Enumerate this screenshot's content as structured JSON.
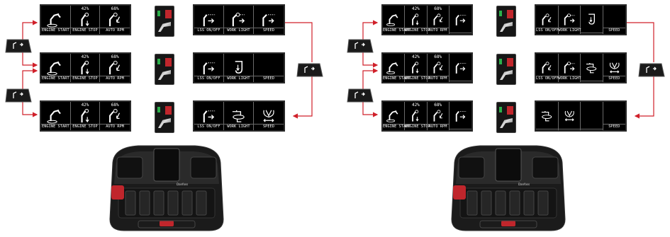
{
  "colors": {
    "screen_bg": "#000000",
    "text": "#ffffff",
    "connector": "#d0202a",
    "accent": "#c0262c"
  },
  "panels": [
    {
      "left_screens": [
        {
          "cells": [
            {
              "pct": "",
              "label": "ENGINE START",
              "icon": "engine-start-icon"
            },
            {
              "pct": "42%",
              "label": "ENGINE STOP",
              "icon": "engine-stop-icon"
            },
            {
              "pct": "68%",
              "label": "AUTO RPM",
              "icon": "auto-rpm-icon"
            }
          ]
        },
        {
          "cells": [
            {
              "pct": "",
              "label": "ENGINE START",
              "icon": "engine-start-icon"
            },
            {
              "pct": "42%",
              "label": "ENGINE STOP",
              "icon": "engine-stop-icon"
            },
            {
              "pct": "68%",
              "label": "AUTO RPM",
              "icon": "auto-rpm-icon"
            }
          ]
        },
        {
          "cells": [
            {
              "pct": "",
              "label": "ENGINE START",
              "icon": "engine-start-icon"
            },
            {
              "pct": "42%",
              "label": "ENGINE STOP",
              "icon": "engine-stop-icon"
            },
            {
              "pct": "68%",
              "label": "AUTO RPM",
              "icon": "auto-rpm-icon"
            }
          ]
        }
      ],
      "right_screens": [
        {
          "cells": [
            {
              "label": "LSS ON/OFF",
              "icon": "lss-icon"
            },
            {
              "label": "WORK LIGHT",
              "icon": "work-light-icon"
            },
            {
              "label": "SPEED",
              "icon": "speed-icon"
            }
          ]
        },
        {
          "cells": [
            {
              "label": "LSS ON/OFF",
              "icon": "lss-icon"
            },
            {
              "label": "WORK LIGHT",
              "icon": "hook-icon"
            },
            {
              "label": "SPEED",
              "icon": "blank"
            }
          ]
        },
        {
          "cells": [
            {
              "label": "LSS ON/OFF",
              "icon": "lss-icon"
            },
            {
              "label": "WORK LIGHT",
              "icon": "rotate-icon"
            },
            {
              "label": "SPEED",
              "icon": "tilt-icon"
            }
          ]
        }
      ]
    },
    {
      "left_screens": [
        {
          "cells": [
            {
              "pct": "",
              "label": "ENGINE START",
              "icon": "engine-start-icon"
            },
            {
              "pct": "42%",
              "label": "ENGINE STOP",
              "icon": "engine-stop-icon"
            },
            {
              "pct": "68%",
              "label": "AUTO RPM",
              "icon": "auto-rpm-icon"
            },
            {
              "pct": "",
              "label": "",
              "icon": "lss-icon"
            }
          ]
        },
        {
          "cells": [
            {
              "pct": "",
              "label": "ENGINE START",
              "icon": "engine-start-icon"
            },
            {
              "pct": "42%",
              "label": "ENGINE STOP",
              "icon": "engine-stop-icon"
            },
            {
              "pct": "68%",
              "label": "AUTO RPM",
              "icon": "auto-rpm-icon"
            },
            {
              "pct": "",
              "label": "",
              "icon": "lss-icon"
            }
          ]
        },
        {
          "cells": [
            {
              "pct": "",
              "label": "ENGINE START",
              "icon": "engine-start-icon"
            },
            {
              "pct": "42%",
              "label": "ENGINE STOP",
              "icon": "engine-stop-icon"
            },
            {
              "pct": "68%",
              "label": "AUTO RPM",
              "icon": "auto-rpm-icon"
            },
            {
              "pct": "",
              "label": "",
              "icon": "lss-icon"
            }
          ]
        }
      ],
      "right_screens": [
        {
          "cells": [
            {
              "label": "LSS ON/OFF",
              "icon": "auto-rpm-icon"
            },
            {
              "label": "WORK LIGHT",
              "icon": "work-light-icon"
            },
            {
              "label": "",
              "icon": "hook-icon"
            },
            {
              "label": "SPEED",
              "icon": "blank"
            }
          ]
        },
        {
          "cells": [
            {
              "label": "LSS ON/OFF",
              "icon": "auto-rpm-icon"
            },
            {
              "label": "WORK LIGHT",
              "icon": "work-light-icon"
            },
            {
              "label": "",
              "icon": "rotate-icon"
            },
            {
              "label": "SPEED",
              "icon": "tilt-icon"
            }
          ]
        },
        {
          "cells": [
            {
              "label": "",
              "icon": "rotate-icon"
            },
            {
              "label": "",
              "icon": "tilt-icon"
            },
            {
              "label": "",
              "icon": "blank"
            },
            {
              "label": "SPEED",
              "icon": "blank"
            }
          ]
        }
      ]
    }
  ],
  "controller": {
    "brand": "Danfoss"
  }
}
